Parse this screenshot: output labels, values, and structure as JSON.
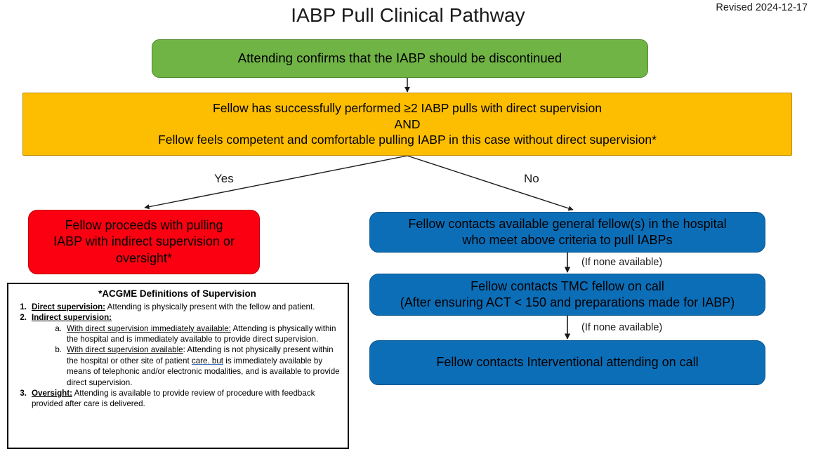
{
  "header": {
    "title": "IABP Pull Clinical Pathway",
    "revised": "Revised 2024-12-17"
  },
  "chart_data": {
    "type": "flowchart",
    "title": "IABP Pull Clinical Pathway",
    "nodes": [
      {
        "id": "start",
        "shape": "rounded-rect",
        "color": "#70B446",
        "text": "Attending confirms that the IABP should be discontinued"
      },
      {
        "id": "decision",
        "shape": "rect",
        "color": "#FDBE02",
        "lines": [
          "Fellow has successfully performed ≥2 IABP pulls with direct supervision",
          "AND",
          "Fellow feels competent and comfortable pulling IABP in this case without direct supervision*"
        ]
      },
      {
        "id": "yes-branch",
        "shape": "rounded-rect",
        "color": "#FB0010",
        "lines": [
          "Fellow proceeds with pulling",
          "IABP with indirect supervision or",
          "oversight*"
        ]
      },
      {
        "id": "no-branch-1",
        "shape": "rounded-rect",
        "color": "#0D6EB8",
        "lines": [
          "Fellow contacts available general fellow(s) in the hospital",
          "who meet above criteria to pull IABPs"
        ]
      },
      {
        "id": "no-branch-2",
        "shape": "rounded-rect",
        "color": "#0D6EB8",
        "lines": [
          "Fellow contacts TMC fellow on call",
          "(After ensuring ACT < 150 and preparations made for IABP)"
        ]
      },
      {
        "id": "no-branch-3",
        "shape": "rounded-rect",
        "color": "#0D6EB8",
        "lines": [
          "Fellow contacts Interventional attending on call"
        ]
      }
    ],
    "edges": [
      {
        "from": "start",
        "to": "decision",
        "label": ""
      },
      {
        "from": "decision",
        "to": "yes-branch",
        "label": "Yes"
      },
      {
        "from": "decision",
        "to": "no-branch-1",
        "label": "No"
      },
      {
        "from": "no-branch-1",
        "to": "no-branch-2",
        "label": "(If none available)"
      },
      {
        "from": "no-branch-2",
        "to": "no-branch-3",
        "label": "(If none available)"
      }
    ]
  },
  "nodes": {
    "start": {
      "text": "Attending confirms that the IABP should be discontinued"
    },
    "decision": {
      "line1": "Fellow has successfully performed ≥2 IABP pulls with direct supervision",
      "line2": "AND",
      "line3": "Fellow feels competent and comfortable pulling IABP in this case without direct supervision*"
    },
    "yes_branch": {
      "line1": "Fellow proceeds with pulling",
      "line2": "IABP with indirect supervision or",
      "line3": "oversight*"
    },
    "no_branch_1": {
      "line1": "Fellow contacts available general fellow(s) in the hospital",
      "line2": "who meet above criteria to pull IABPs"
    },
    "no_branch_2": {
      "line1": "Fellow contacts TMC fellow on call",
      "line2": "(After ensuring ACT < 150 and preparations made for IABP)"
    },
    "no_branch_3": {
      "line1": "Fellow contacts Interventional attending on call"
    }
  },
  "edge_labels": {
    "yes": "Yes",
    "no": "No",
    "if_none_1": "(If none available)",
    "if_none_2": "(If none available)"
  },
  "legend": {
    "title": "*ACGME Definitions of Supervision",
    "items": [
      {
        "marker": "1.",
        "lead": "Direct supervision:",
        "body": " Attending is physically present with the fellow and patient."
      },
      {
        "marker": "2.",
        "lead": "Indirect supervision:",
        "body": "",
        "sub": [
          {
            "marker": "a.",
            "lead": "With direct supervision immediately available:",
            "body": " Attending is physically within the hospital and is immediately available to provide direct supervision."
          },
          {
            "marker": "b.",
            "lead": "With direct supervision available",
            "body_pre": ": Attending is not physically present within the hospital or other site of patient ",
            "body_grammar": "care. but",
            "body_post": " is immediately available by means of telephonic and/or electronic modalities, and is available to provide direct supervision."
          }
        ]
      },
      {
        "marker": "3.",
        "lead": "Oversight:",
        "body": " Attending is available to provide review of procedure with feedback provided after care is delivered."
      }
    ]
  },
  "colors": {
    "green": "#70B446",
    "yellow": "#FDBE02",
    "red": "#FB0010",
    "blue": "#0D6EB8",
    "grammar_underline": "#4472C4"
  }
}
